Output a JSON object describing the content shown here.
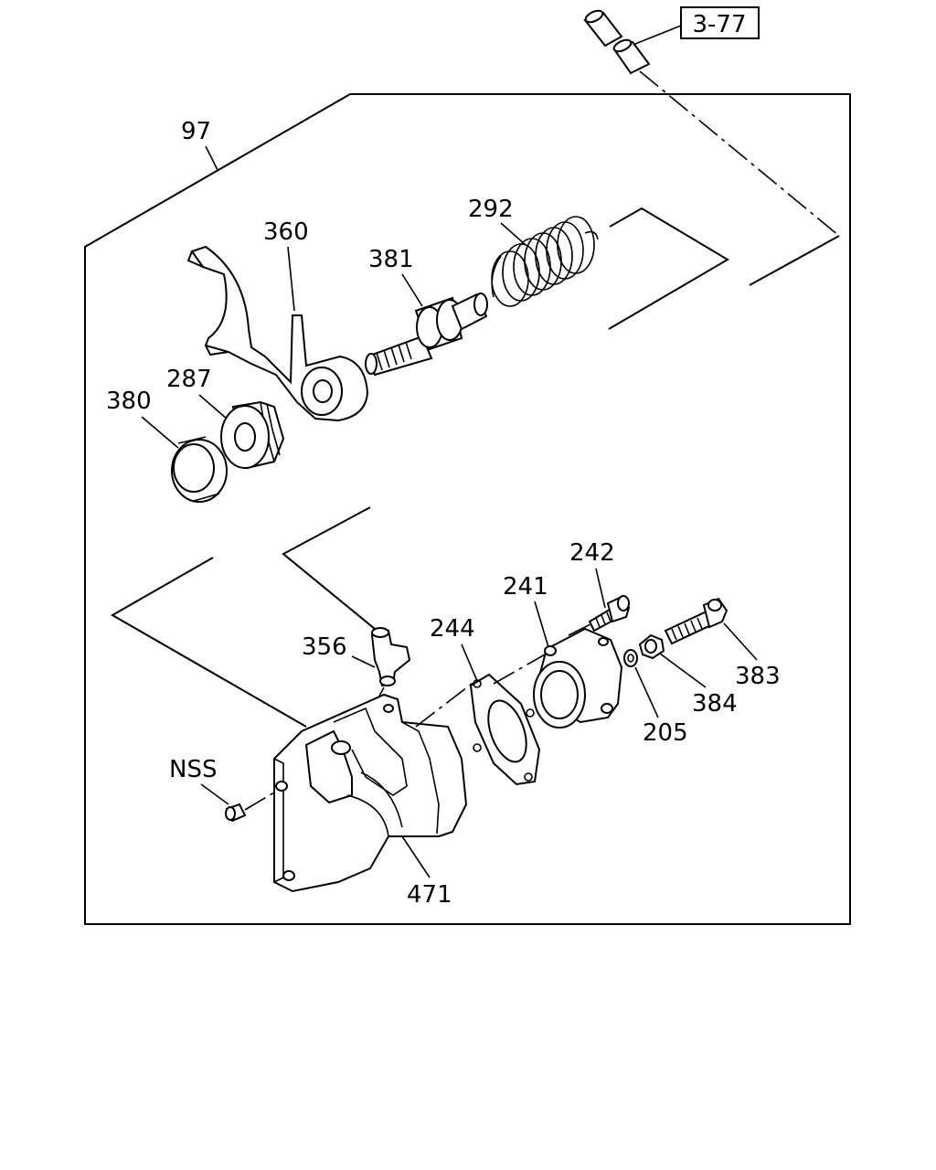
{
  "diagram": {
    "ref_box_label": "3-77",
    "labels": {
      "assembly": "97",
      "fork": "360",
      "spring": "292",
      "rod": "381",
      "seal_ring": "380",
      "bushing": "287",
      "bolt_small": "242",
      "cover": "241",
      "gasket": "244",
      "elbow_fitting": "356",
      "bolt_long": "383",
      "nut": "384",
      "washer": "205",
      "plug": "NSS",
      "housing": "471"
    }
  }
}
